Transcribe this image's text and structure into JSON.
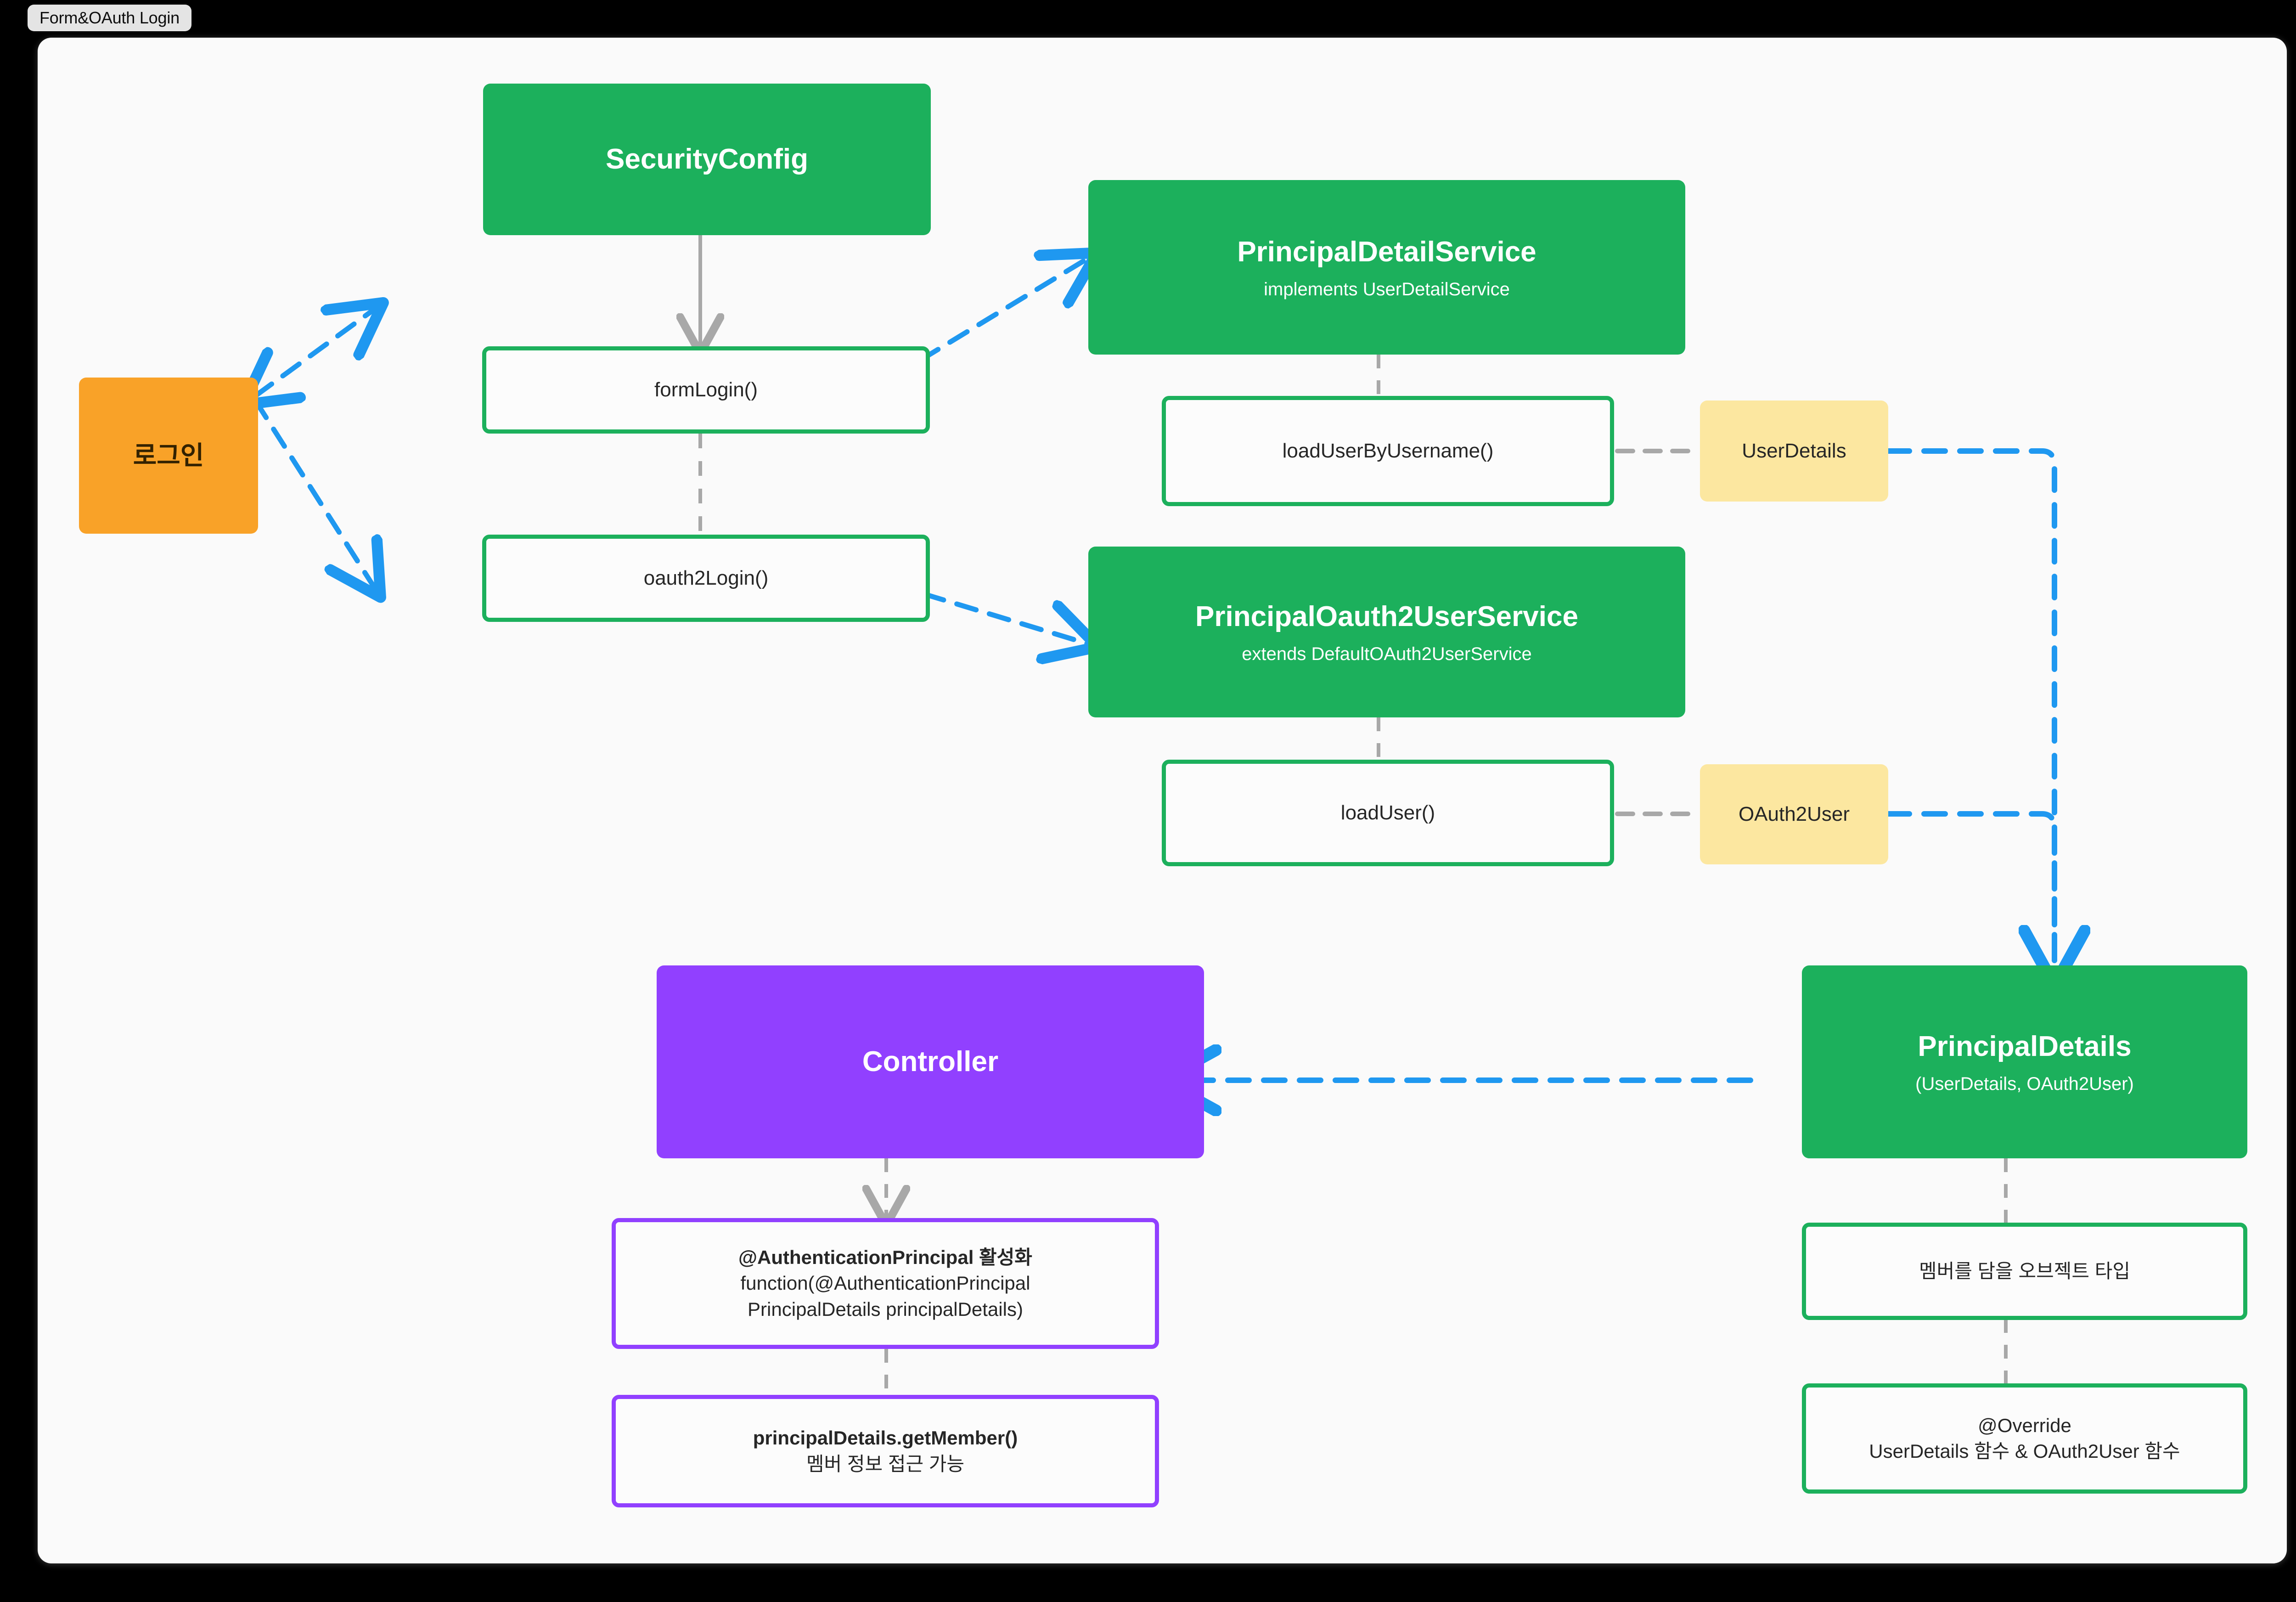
{
  "window": {
    "tab_label": "Form&OAuth Login"
  },
  "colors": {
    "page_background": "#000000",
    "canvas_background": "#fafafa",
    "green_solid": "#1cb05c",
    "green_border": "#1cb05c",
    "purple_solid": "#9140ff",
    "purple_border": "#9140ff",
    "orange_solid": "#f9a228",
    "yellow_solid": "#fce7a0",
    "edge_blue": "#1f98f0",
    "edge_grey": "#a8a8a8"
  },
  "diagram": {
    "title": "Form&OAuth Login",
    "nodes": [
      {
        "id": "login",
        "label": "로그인",
        "sub": ""
      },
      {
        "id": "security-config",
        "label": "SecurityConfig",
        "sub": ""
      },
      {
        "id": "form-login",
        "label": "formLogin()",
        "sub": ""
      },
      {
        "id": "oauth2-login",
        "label": "oauth2Login()",
        "sub": ""
      },
      {
        "id": "principal-detail-service",
        "label": "PrincipalDetailService",
        "sub": "implements UserDetailService"
      },
      {
        "id": "load-user-by-username",
        "label": "loadUserByUsername()",
        "sub": ""
      },
      {
        "id": "user-details",
        "label": "UserDetails",
        "sub": ""
      },
      {
        "id": "principal-oauth2-user-service",
        "label": "PrincipalOauth2UserService",
        "sub": "extends DefaultOAuth2UserService"
      },
      {
        "id": "load-user",
        "label": "loadUser()",
        "sub": ""
      },
      {
        "id": "oauth2-user",
        "label": "OAuth2User",
        "sub": ""
      },
      {
        "id": "principal-details",
        "label": "PrincipalDetails",
        "sub": "(UserDetails, OAuth2User)"
      },
      {
        "id": "member-object-type",
        "label": "멤버를 담을 오브젝트 타입",
        "sub": ""
      },
      {
        "id": "override-functions",
        "label": "@Override",
        "sub": "UserDetails 함수 & OAuth2User 함수"
      },
      {
        "id": "controller",
        "label": "Controller",
        "sub": ""
      },
      {
        "id": "authentication-principal",
        "label": "@AuthenticationPrincipal 활성화",
        "sub_line1": "function(@AuthenticationPrincipal",
        "sub_line2": "PrincipalDetails principalDetails)"
      },
      {
        "id": "get-member",
        "label": "principalDetails.getMember()",
        "sub": "멤버 정보 접근 가능"
      }
    ],
    "edges": [
      {
        "from": "login",
        "to": "form-login",
        "style": "dashed",
        "color": "blue",
        "arrow": "both"
      },
      {
        "from": "login",
        "to": "oauth2-login",
        "style": "dashed",
        "color": "blue",
        "arrow": "end"
      },
      {
        "from": "security-config",
        "to": "form-login",
        "style": "solid",
        "color": "grey",
        "arrow": "end"
      },
      {
        "from": "form-login",
        "to": "oauth2-login",
        "style": "dashed",
        "color": "grey",
        "arrow": "none"
      },
      {
        "from": "form-login",
        "to": "principal-detail-service",
        "style": "dashed",
        "color": "blue",
        "arrow": "end"
      },
      {
        "from": "oauth2-login",
        "to": "principal-oauth2-user-service",
        "style": "dashed",
        "color": "blue",
        "arrow": "end"
      },
      {
        "from": "principal-detail-service",
        "to": "load-user-by-username",
        "style": "dashed",
        "color": "grey",
        "arrow": "none"
      },
      {
        "from": "load-user-by-username",
        "to": "user-details",
        "style": "dashed",
        "color": "grey",
        "arrow": "none"
      },
      {
        "from": "principal-oauth2-user-service",
        "to": "load-user",
        "style": "dashed",
        "color": "grey",
        "arrow": "none"
      },
      {
        "from": "load-user",
        "to": "oauth2-user",
        "style": "dashed",
        "color": "grey",
        "arrow": "none"
      },
      {
        "from": "user-details",
        "to": "principal-details",
        "style": "dashed",
        "color": "blue",
        "arrow": "end"
      },
      {
        "from": "oauth2-user",
        "to": "principal-details",
        "style": "dashed",
        "color": "blue",
        "arrow": "end"
      },
      {
        "from": "principal-details",
        "to": "controller",
        "style": "dashed",
        "color": "blue",
        "arrow": "end"
      },
      {
        "from": "principal-details",
        "to": "member-object-type",
        "style": "dashed",
        "color": "grey",
        "arrow": "none"
      },
      {
        "from": "member-object-type",
        "to": "override-functions",
        "style": "dashed",
        "color": "grey",
        "arrow": "none"
      },
      {
        "from": "controller",
        "to": "authentication-principal",
        "style": "dashed",
        "color": "grey",
        "arrow": "end"
      },
      {
        "from": "authentication-principal",
        "to": "get-member",
        "style": "dashed",
        "color": "grey",
        "arrow": "none"
      }
    ]
  }
}
